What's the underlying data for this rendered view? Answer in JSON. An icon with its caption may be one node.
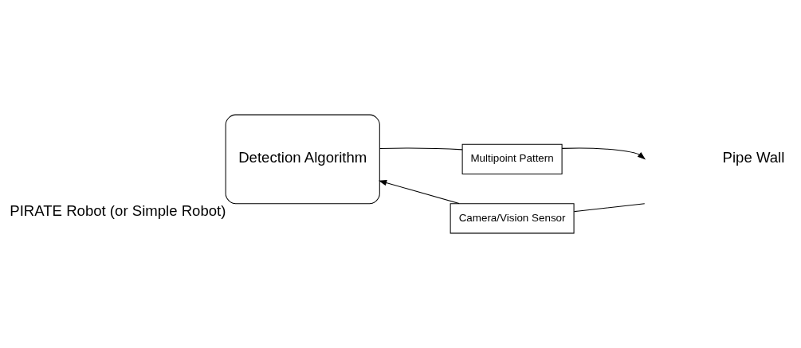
{
  "diagram": {
    "nodes": [
      {
        "text": [
          "Detection Algorithm"
        ],
        "beside": [
          "PIRATE Robot (or Simple Robot)"
        ]
      },
      {
        "text": [
          "Multipoint Pattern"
        ]
      },
      {
        "text": [
          "Camera/Vision Sensor"
        ]
      }
    ],
    "edges": [
      {
        "from": 0,
        "to": 1,
        "arrow": "none"
      },
      {
        "from": 1,
        "to": null,
        "arrow": "to"
      },
      {
        "from": null,
        "to": 2,
        "arrow": "none"
      },
      {
        "from": 2,
        "to": 0,
        "arrow": "to"
      }
    ],
    "labels": [
      "Pipe Wall"
    ]
  }
}
